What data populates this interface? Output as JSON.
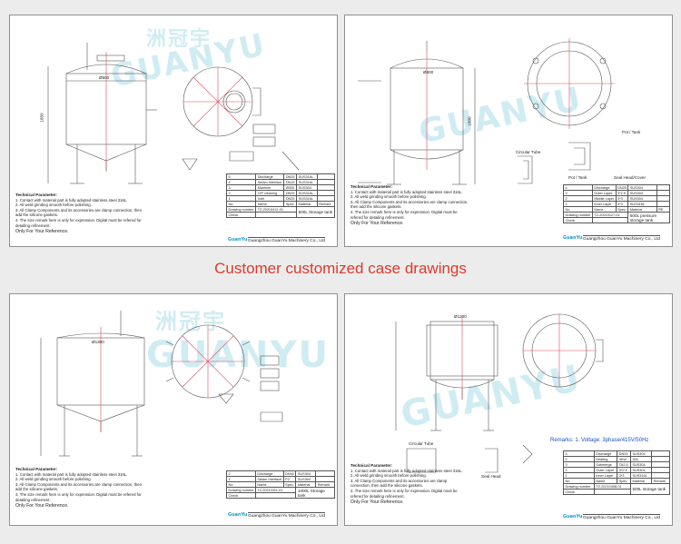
{
  "caption": "Customer customized case drawings",
  "watermark": {
    "cn": "洲冠宇",
    "en": "GUANYU"
  },
  "colors": {
    "caption": "#e0382a",
    "drawing_red": "#d94a5a",
    "line": "#555555",
    "remark_blue": "#1f4fbf"
  },
  "company": "Guangzhou GuanYu Machinery Co., Ltd",
  "logo": "GuanYu",
  "reference": "Only For Your Reference.",
  "tech_title": "Technical Parameter:",
  "tech_lines": [
    "1. Contact with material part is fully adopted stainless steel 316L.",
    "2. All weld grinding smooth before polishing.",
    "3. All Clamp Components and its accessories are clamp connection, then add the silicone gaskets.",
    "4. The size remark here is only for expression. Digital must be refered for detailing refinement."
  ],
  "drawings": [
    {
      "dim_diameter": "Ø500",
      "dim_height": "1850",
      "table": [
        [
          "5",
          "Discharge",
          "DN25",
          "SUS316L"
        ],
        [
          "4",
          "Steam Interface",
          "DN15",
          "SUS316L"
        ],
        [
          "3",
          "Manhole",
          "Ø300",
          "SUS304"
        ],
        [
          "2",
          "CIP cleaning",
          "DN25",
          "SUS316L"
        ],
        [
          "1",
          "Inlet",
          "DN25",
          "SUS316L"
        ]
      ],
      "header": [
        "No.",
        "Name",
        "Spec.",
        "Material",
        "Remark"
      ],
      "drawing_number": "TZ-20210412-01",
      "title": "500L Storage tank",
      "check": "Check",
      "drawing_label": "Drawing number"
    },
    {
      "dim_diameter": "Ø800",
      "dim_height": "1800",
      "labels": [
        "Circular Tube",
        "Pot / Tank",
        "Pot / Tank",
        "Seal Head/Cover"
      ],
      "table": [
        [
          "4",
          "Discharge",
          "DN25",
          "SUS304"
        ],
        [
          "3",
          "Outer Layer",
          "3*2.5",
          "SUS304"
        ],
        [
          "2",
          "Middle Layer",
          "3*3",
          "SUS304"
        ],
        [
          "1",
          "Inner Layer",
          "3*3",
          "SUS316L"
        ]
      ],
      "header": [
        "No.",
        "Name",
        "Spec.",
        "Material",
        "RE"
      ],
      "drawing_number": "TZ-20210127-01",
      "title": "500L pressure storage tank",
      "check": "Check",
      "drawing_label": "Drawing number"
    },
    {
      "dim_diameter": "Ø1300",
      "table": [
        [
          "2",
          "Discharge",
          "DN40",
          "SUS304"
        ],
        [
          "1",
          "Steam Interface",
          "P2",
          "SUS304"
        ]
      ],
      "header": [
        "No.",
        "Name",
        "Spec.",
        "Material",
        "Remark"
      ],
      "drawing_number": "TZ-20210311-01",
      "title": "1000L Storage tank",
      "check": "Check",
      "drawing_label": "Drawing number"
    },
    {
      "dim_diameter": "Ø1200",
      "remark": "Remarks: 1. Voltage: 3phase/415V/50Hz",
      "labels": [
        "Circular Tube",
        "Seal Head"
      ],
      "table": [
        [
          "5",
          "Discharge",
          "DN25",
          "SUS304"
        ],
        [
          "4",
          "Heating",
          "4KW",
          "304"
        ],
        [
          "3",
          "Submerge",
          "TA2.5",
          "SUS304"
        ],
        [
          "2",
          "Outer Layer",
          "3*2.5",
          "SUS304"
        ],
        [
          "1",
          "Inner Layer",
          "3*3",
          "SUS316L"
        ]
      ],
      "header": [
        "No.",
        "Name",
        "Spec.",
        "Material",
        "Remark"
      ],
      "drawing_number": "TZ-20210408-01",
      "title": "500L storage tank",
      "check": "Check",
      "drawing_label": "Drawing number"
    }
  ]
}
